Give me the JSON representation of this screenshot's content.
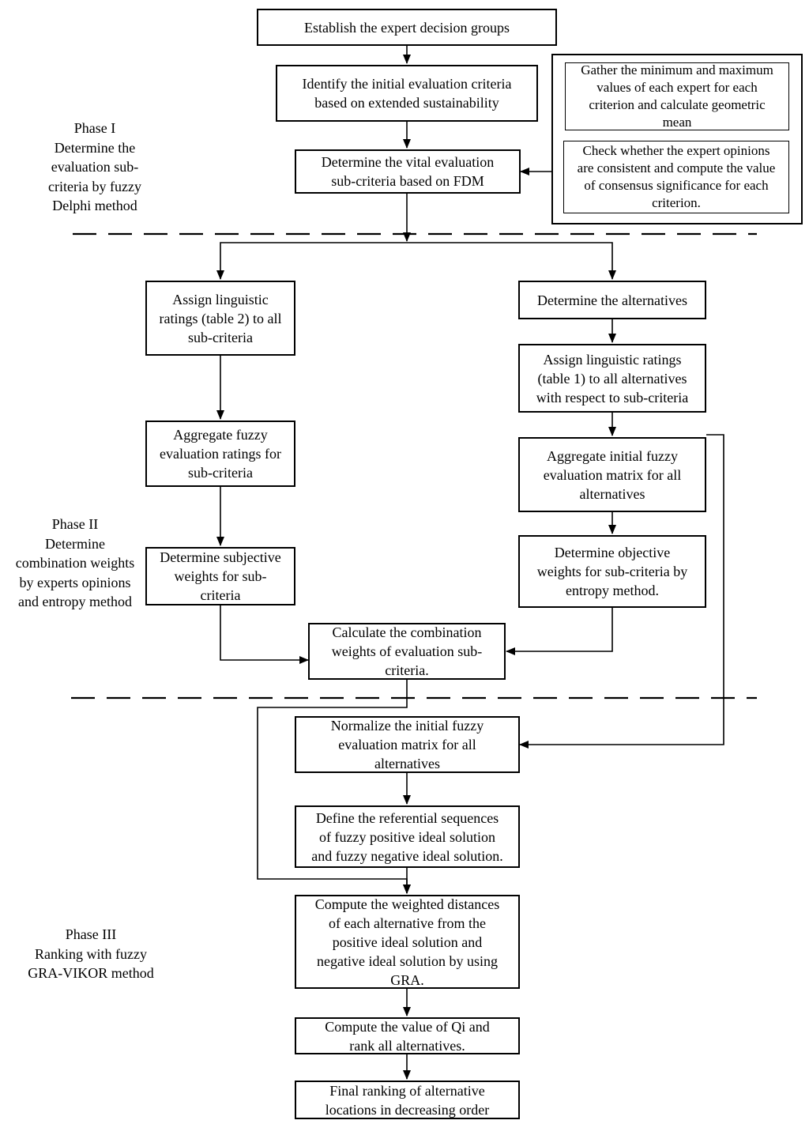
{
  "phases": [
    {
      "lines": [
        "Phase I",
        "Determine the",
        "evaluation sub-",
        "criteria by fuzzy",
        "Delphi method"
      ]
    },
    {
      "lines": [
        "Phase II",
        "Determine",
        "combination weights",
        "by experts opinions",
        "and entropy method"
      ]
    },
    {
      "lines": [
        "Phase III",
        "Ranking with fuzzy",
        "GRA-VIKOR method"
      ]
    }
  ],
  "nodes": {
    "expert_groups": {
      "lines": [
        "Establish the expert decision groups"
      ]
    },
    "initial_criteria": {
      "lines": [
        "Identify the initial evaluation criteria",
        "based on extended sustainability"
      ]
    },
    "vital_subcriteria": {
      "lines": [
        "Determine the vital evaluation",
        "sub-criteria based on FDM"
      ]
    },
    "gather_minmax": {
      "lines": [
        "Gather the  minimum and maximum",
        "values of each expert for each",
        "criterion and calculate geometric",
        "mean"
      ]
    },
    "check_consistency": {
      "lines": [
        "Check whether the expert opinions",
        "are consistent and compute the value",
        "of consensus significance  for each",
        "criterion."
      ]
    },
    "assign_ratings_sub": {
      "lines": [
        "Assign linguistic",
        "ratings (table 2) to all",
        "sub-criteria"
      ]
    },
    "determine_alternatives": {
      "lines": [
        "Determine the alternatives"
      ]
    },
    "assign_ratings_alt": {
      "lines": [
        "Assign linguistic ratings",
        "(table 1) to all alternatives",
        "with respect to sub-criteria"
      ]
    },
    "aggregate_ratings": {
      "lines": [
        "Aggregate fuzzy",
        "evaluation ratings for",
        "sub-criteria"
      ]
    },
    "aggregate_matrix": {
      "lines": [
        "Aggregate initial fuzzy",
        "evaluation matrix for all",
        "alternatives"
      ]
    },
    "subjective_weights": {
      "lines": [
        "Determine  subjective",
        "weights for sub-",
        "criteria"
      ]
    },
    "objective_weights": {
      "lines": [
        "Determine objective",
        "weights for sub-criteria by",
        "entropy method."
      ]
    },
    "combination_weights": {
      "lines": [
        "Calculate the combination",
        "weights of evaluation sub-",
        "criteria."
      ]
    },
    "normalize_matrix": {
      "lines": [
        "Normalize the initial fuzzy",
        "evaluation matrix for all",
        "alternatives"
      ]
    },
    "referential_sequences": {
      "lines": [
        "Define the referential sequences",
        "of fuzzy positive ideal solution",
        "and fuzzy negative ideal solution."
      ]
    },
    "weighted_distances": {
      "lines": [
        "Compute the weighted distances",
        "of each alternative from the",
        "positive ideal solution and",
        "negative ideal solution by using",
        "GRA."
      ]
    },
    "compute_qi": {
      "lines": [
        "Compute the value of Qi and",
        "rank all alternatives."
      ]
    },
    "final_ranking": {
      "lines": [
        "Final ranking of alternative",
        "locations in decreasing order"
      ]
    }
  }
}
